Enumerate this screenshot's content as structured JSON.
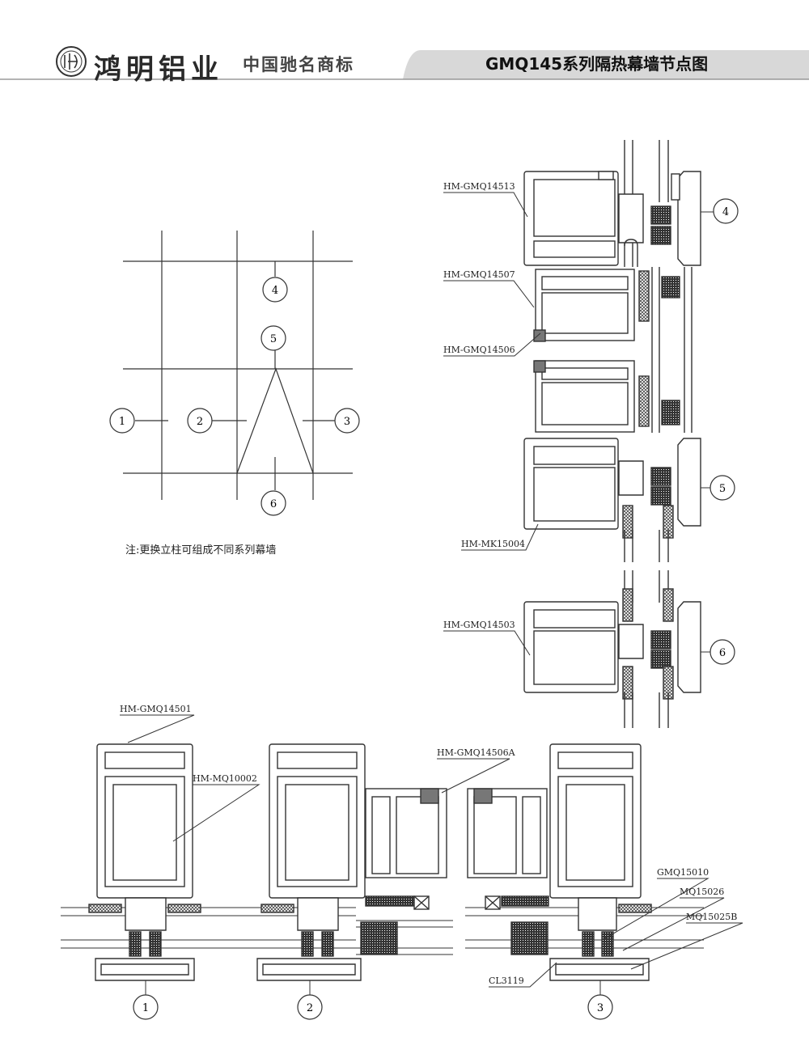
{
  "header": {
    "brand": "鸿明铝业",
    "slogan": "中国驰名商标",
    "title": "GMQ145系列隔热幕墙节点图"
  },
  "note": "注:更换立柱可组成不同系列幕墙",
  "key_plan": {
    "markers": [
      "1",
      "2",
      "3",
      "4",
      "5",
      "6"
    ]
  },
  "section_markers": [
    "1",
    "2",
    "3"
  ],
  "vertical_markers": [
    "4",
    "5",
    "6"
  ],
  "labels": {
    "gmq14513": "HM-GMQ14513",
    "gmq14507": "HM-GMQ14507",
    "gmq14506": "HM-GMQ14506",
    "mk15004": "HM-MK15004",
    "gmq14503": "HM-GMQ14503",
    "gmq14501": "HM-GMQ14501",
    "mq10002": "HM-MQ10002",
    "gmq14506a": "HM-GMQ14506A",
    "gmq15010": "GMQ15010",
    "mq15026": "MQ15026",
    "mq15025b": "MQ15025B",
    "cl3119": "CL3119"
  },
  "colors": {
    "line": "#333333",
    "gasket": "#555555",
    "header_band": "#d8d8d8"
  }
}
